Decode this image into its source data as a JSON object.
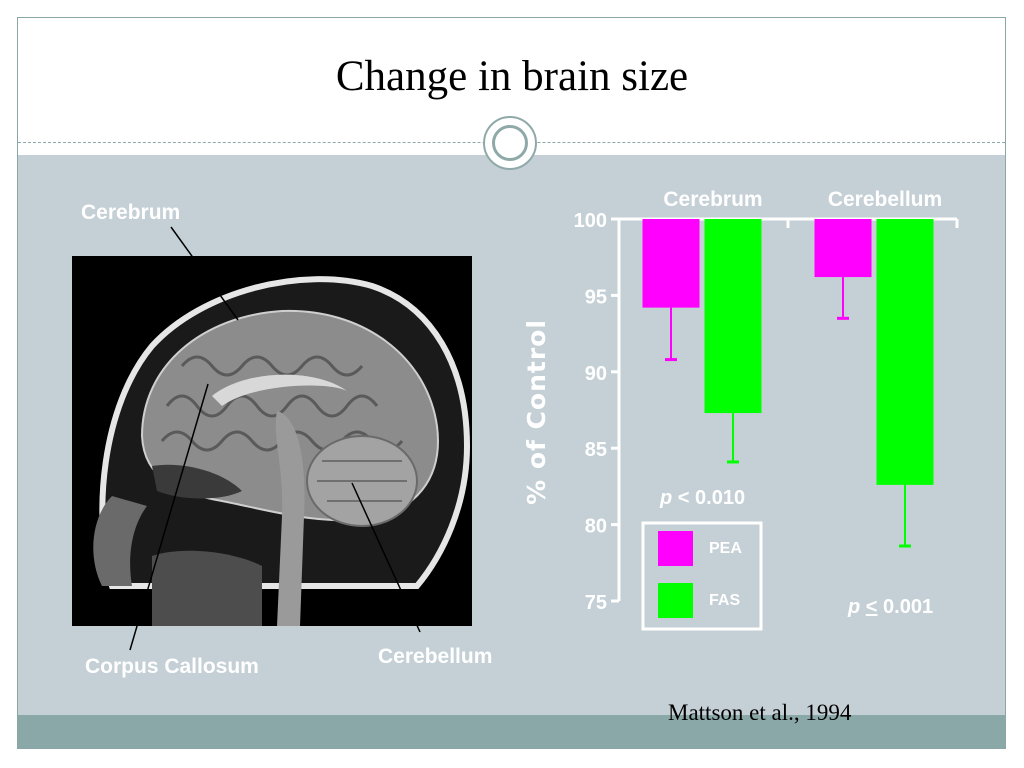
{
  "slide": {
    "title": "Change in brain size",
    "citation": "Mattson et al., 1994"
  },
  "image_labels": {
    "cerebrum": "Cerebrum",
    "corpus_callosum": "Corpus Callosum",
    "cerebellum": "Cerebellum"
  },
  "colors": {
    "background_content": "#c5d0d6",
    "footer_band": "#8aa8a8",
    "pea": "#ff00ff",
    "fas": "#00ff00"
  },
  "chart_data": {
    "type": "bar",
    "title": "",
    "xlabel": "",
    "ylabel": "% of Control",
    "categories": [
      "Cerebrum",
      "Cerebellum"
    ],
    "series": [
      {
        "name": "PEA",
        "color": "#ff00ff",
        "values": [
          94.2,
          96.2
        ],
        "error_low": [
          90.8,
          93.5
        ]
      },
      {
        "name": "FAS",
        "color": "#00ff00",
        "values": [
          87.3,
          82.6
        ],
        "error_low": [
          84.1,
          78.6
        ]
      }
    ],
    "ylim": [
      75,
      100
    ],
    "yticks": [
      75,
      80,
      85,
      90,
      95,
      100
    ],
    "bars_hang_from": 100,
    "annotations": [
      {
        "category": "Cerebrum",
        "prefix": "p",
        "operator": "<",
        "operator_underlined": false,
        "value": "0.010"
      },
      {
        "category": "Cerebellum",
        "prefix": "p",
        "operator": "<",
        "operator_underlined": true,
        "value": "0.001"
      }
    ],
    "legend": {
      "entries": [
        "PEA",
        "FAS"
      ],
      "placement": "inside bottom-center"
    },
    "grid": false
  }
}
